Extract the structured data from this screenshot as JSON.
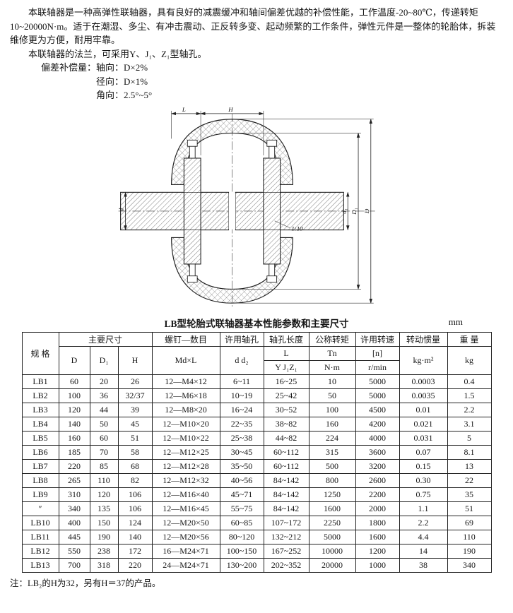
{
  "intro": {
    "para1": "本联轴器是一种高弹性联轴器，具有良好的减震缓冲和轴间偏差优越的补偿性能，工作温度-20~80℃，传递转矩10~20000N·m。适于在潮湿、多尘、有冲击震动、正反转多变、起动频繁的工作条件，弹性元件是一整体的轮胎体，拆装维修更为方便，耐用牢靠。",
    "para2": "本联轴器的法兰，可采用Y、J₁、Z₁型轴孔。",
    "comp1": "偏差补偿量：轴向：D×2%",
    "comp2": "径向：D×1%",
    "comp3": "角向：2.5°~5°"
  },
  "drawing": {
    "labels": {
      "l": "L",
      "h": "H",
      "d": "d",
      "d1": "d₁",
      "dcap1": "D₁",
      "dcap": "D",
      "taper": "1:10"
    }
  },
  "table": {
    "title": "LB型轮胎式联轴器基本性能参数和主要尺寸",
    "unit": "mm",
    "header": {
      "spec": "规  格",
      "main_dims": "主要尺寸",
      "d": "D",
      "d1": "D₁",
      "h": "H",
      "screw": "螺钉—数目",
      "screw_sub": "Md×L",
      "bore": "许用轴孔",
      "bore_sub": "d d₂",
      "bore_len": "轴孔长度",
      "bore_len_l": "L",
      "bore_len_sub": "Y J₁Z₁",
      "torque": "公称转矩",
      "torque_tn": "Tn",
      "torque_unit": "N·m",
      "speed": "许用转速",
      "speed_n": "[n]",
      "speed_unit": "r/min",
      "inertia": "转动惯量",
      "inertia_unit": "kg·m²",
      "weight": "重  量",
      "weight_unit": "kg"
    },
    "rows": [
      [
        "LB1",
        "60",
        "20",
        "26",
        "12—M4×12",
        "6~11",
        "16~25",
        "10",
        "5000",
        "0.0003",
        "0.4"
      ],
      [
        "LB2",
        "100",
        "36",
        "32/37",
        "12—M6×18",
        "10~19",
        "25~42",
        "50",
        "5000",
        "0.0035",
        "1.5"
      ],
      [
        "LB3",
        "120",
        "44",
        "39",
        "12—M8×20",
        "16~24",
        "30~52",
        "100",
        "4500",
        "0.01",
        "2.2"
      ],
      [
        "LB4",
        "140",
        "50",
        "45",
        "12—M10×20",
        "22~35",
        "38~82",
        "160",
        "4200",
        "0.021",
        "3.1"
      ],
      [
        "LB5",
        "160",
        "60",
        "51",
        "12—M10×22",
        "25~38",
        "44~82",
        "224",
        "4000",
        "0.031",
        "5"
      ],
      [
        "LB6",
        "185",
        "70",
        "58",
        "12—M12×25",
        "30~45",
        "60~112",
        "315",
        "3600",
        "0.07",
        "8.1"
      ],
      [
        "LB7",
        "220",
        "85",
        "68",
        "12—M12×28",
        "35~50",
        "60~112",
        "500",
        "3200",
        "0.15",
        "13"
      ],
      [
        "LB8",
        "265",
        "110",
        "82",
        "12—M12×32",
        "40~56",
        "84~142",
        "800",
        "2600",
        "0.30",
        "22"
      ],
      [
        "LB9",
        "310",
        "120",
        "106",
        "12—M16×40",
        "45~71",
        "84~142",
        "1250",
        "2200",
        "0.75",
        "35"
      ],
      [
        "″",
        "340",
        "135",
        "106",
        "12—M16×45",
        "55~75",
        "84~142",
        "1600",
        "2000",
        "1.1",
        "51"
      ],
      [
        "LB10",
        "400",
        "150",
        "124",
        "12—M20×50",
        "60~85",
        "107~172",
        "2250",
        "1800",
        "2.2",
        "69"
      ],
      [
        "LB11",
        "445",
        "190",
        "140",
        "12—M20×56",
        "80~120",
        "132~212",
        "5000",
        "1600",
        "4.4",
        "110"
      ],
      [
        "LB12",
        "550",
        "238",
        "172",
        "16—M24×71",
        "100~150",
        "167~252",
        "10000",
        "1200",
        "14",
        "190"
      ],
      [
        "LB13",
        "700",
        "318",
        "220",
        "24—M24×71",
        "130~200",
        "202~352",
        "20000",
        "1000",
        "38",
        "340"
      ]
    ]
  },
  "note": "注：LB₂的H为32，另有H＝37的产品。"
}
